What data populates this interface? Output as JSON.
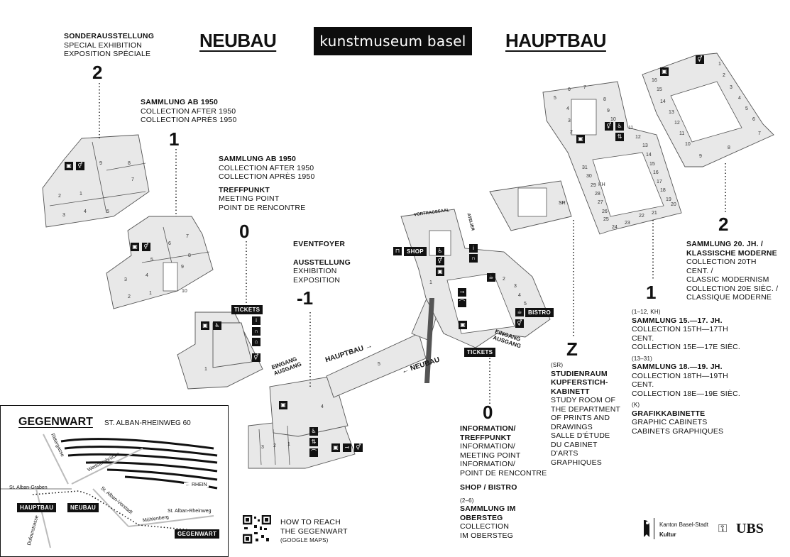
{
  "header": {
    "logo": "kunstmuseum basel",
    "neubau_title": "NEUBAU",
    "hauptbau_title": "HAUPTBAU"
  },
  "neubau": {
    "floor2": {
      "number": "2",
      "title": "SONDERAUSSTELLUNG",
      "lines": [
        "SPECIAL EXHIBITION",
        "EXPOSITION SPÉCIALE"
      ]
    },
    "floor1": {
      "number": "1",
      "title": "SAMMLUNG AB 1950",
      "lines": [
        "COLLECTION AFTER 1950",
        "COLLECTION APRÈS 1950"
      ]
    },
    "floor0": {
      "number": "0",
      "title": "SAMMLUNG AB 1950",
      "lines": [
        "COLLECTION AFTER 1950",
        "COLLECTION APRÈS 1950"
      ],
      "title2": "TREFFPUNKT",
      "lines2": [
        "MEETING POINT",
        "POINT DE RENCONTRE"
      ]
    },
    "floorm1": {
      "number": "-1",
      "title": "EVENTFOYER",
      "title2": "AUSSTELLUNG",
      "lines2": [
        "EXHIBITION",
        "EXPOSITION"
      ]
    }
  },
  "hauptbau": {
    "floor0": {
      "number": "0",
      "title": "INFORMATION/ TREFFPUNKT",
      "lines": [
        "INFORMATION/",
        "MEETING POINT",
        "INFORMATION/",
        "POINT DE RENCONTRE"
      ],
      "title2": "SHOP / BISTRO",
      "range3": "(2–6)",
      "title3": "SAMMLUNG IM OBERSTEG",
      "lines3": [
        "COLLECTION",
        "IM OBERSTEG"
      ]
    },
    "floorZ": {
      "number": "Z",
      "range": "(SR)",
      "title": "STUDIENRAUM KUPFERSTICH-KABINETT",
      "lines": [
        "STUDY ROOM OF",
        "THE DEPARTMENT",
        "OF PRINTS AND",
        "DRAWINGS",
        "SALLE D'ÉTUDE",
        "DU CABINET D'ARTS",
        "GRAPHIQUES"
      ]
    },
    "floor1": {
      "number": "1",
      "range1": "(1–12, KH)",
      "title1": "SAMMLUNG 15.—17. JH.",
      "lines1": [
        "COLLECTION 15TH—17TH CENT.",
        "COLLECTION 15E—17E SIÈC."
      ],
      "range2": "(13–31)",
      "title2": "SAMMLUNG 18.—19. JH.",
      "lines2": [
        "COLLECTION 18TH—19TH CENT.",
        "COLLECTION 18E—19E SIÈC."
      ],
      "range3": "(K)",
      "title3": "GRAFIKKABINETTE",
      "lines3": [
        "GRAPHIC CABINETS",
        "CABINETS GRAPHIQUES"
      ]
    },
    "floor2": {
      "number": "2",
      "title": "SAMMLUNG 20. JH. / KLASSISCHE MODERNE",
      "lines": [
        "COLLECTION 20TH CENT. /",
        "CLASSIC MODERNISM",
        "COLLECTION 20E SIÈC. /",
        "CLASSIQUE MODERNE"
      ]
    }
  },
  "plan_labels": {
    "tickets": "TICKETS",
    "shop": "SHOP",
    "bistro": "BISTRO",
    "entrance_neubau": "EINGANG AUSGANG",
    "entrance_hauptbau": "EINGANG AUSGANG",
    "passage_to_hauptbau": "HAUPTBAU →",
    "passage_to_neubau": "← NEUBAU",
    "vortragssaal": "VORTRAGSSAAL",
    "atelier": "ATELIER",
    "sr": "SR"
  },
  "gegenwart_map": {
    "title": "GEGENWART",
    "address": "ST. ALBAN-RHEINWEG 60",
    "streets": [
      "Rittergasse",
      "Wettsteinbrücke",
      "St. Alban-Graben",
      "St. Alban-Vorstadt",
      "Mühlenberg",
      "St. Alban-Rheinweg",
      "Dufourstrasse"
    ],
    "river": "← RHEIN",
    "tags": [
      "HAUPTBAU",
      "NEUBAU",
      "GEGENWART"
    ]
  },
  "qr": {
    "line1": "HOW TO REACH",
    "line2": "THE GEGENWART",
    "line3": "(GOOGLE MAPS)"
  },
  "footer": {
    "canton_line1": "Kanton Basel-Stadt",
    "canton_line2": "Kultur",
    "sponsor": "UBS"
  }
}
